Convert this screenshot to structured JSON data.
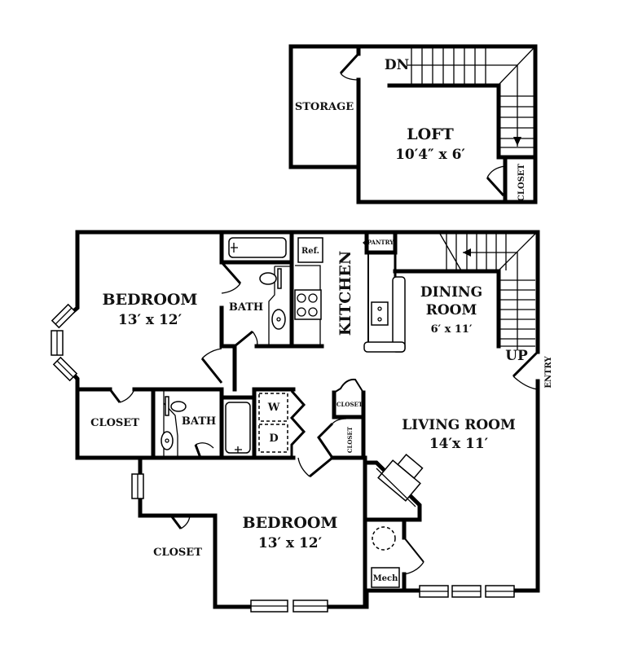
{
  "floor_plan": {
    "loft_level": {
      "rooms": [
        {
          "name": "LOFT",
          "dimensions": "10′4″ x 6′"
        },
        {
          "name": "STORAGE"
        },
        {
          "name": "CLOSET"
        }
      ],
      "stair_label": "DN"
    },
    "main_level": {
      "rooms": [
        {
          "name": "BEDROOM",
          "dimensions": "13′ x 12′"
        },
        {
          "name": "BATH"
        },
        {
          "name": "KITCHEN"
        },
        {
          "name": "PANTRY"
        },
        {
          "name": "DINING ROOM",
          "line1": "DINING",
          "line2": "ROOM",
          "dimensions": "6′ x 11′"
        },
        {
          "name": "CLOSET"
        },
        {
          "name": "BATH"
        },
        {
          "name": "CLOSET"
        },
        {
          "name": "CLOSET"
        },
        {
          "name": "LIVING ROOM",
          "dimensions": "14′x 11′"
        },
        {
          "name": "BEDROOM",
          "dimensions": "13′ x 12′"
        },
        {
          "name": "CLOSET"
        },
        {
          "name": "Mech"
        }
      ],
      "fixtures": {
        "refrigerator": "Ref.",
        "washer": "W",
        "dryer": "D"
      },
      "stair_label": "UP",
      "entry_label": "ENTRY"
    }
  }
}
